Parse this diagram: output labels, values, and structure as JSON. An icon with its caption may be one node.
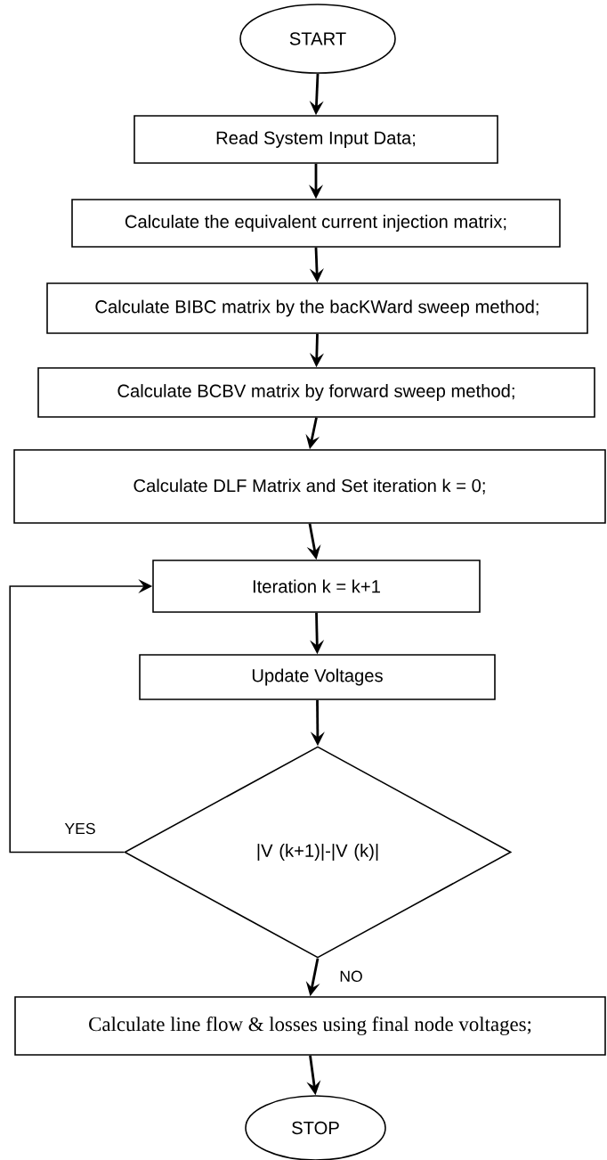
{
  "diagram": {
    "nodes": [
      {
        "text": [
          "START"
        ]
      },
      {
        "text": [
          "Read System Input Data;"
        ]
      },
      {
        "text": [
          "Calculate the equivalent current injection matrix;"
        ]
      },
      {
        "text": [
          "Calculate BIBC matrix by the bacKWard sweep method;"
        ]
      },
      {
        "text": [
          "Calculate BCBV matrix by forward sweep method;"
        ]
      },
      {
        "text": [
          "Calculate DLF Matrix and Set iteration k = 0;"
        ]
      },
      {
        "text": [
          "Iteration k = k+1"
        ]
      },
      {
        "text": [
          "Update Voltages"
        ]
      },
      {
        "text": [
          "|V (k+1)|-|V (k)|"
        ]
      },
      {
        "text": [
          "Calculate line flow & losses using final node voltages;"
        ]
      },
      {
        "text": [
          "STOP"
        ]
      }
    ],
    "edges": [
      {
        "from": 0,
        "to": 1,
        "arrow": "to"
      },
      {
        "from": 1,
        "to": 2,
        "arrow": "to"
      },
      {
        "from": 2,
        "to": 3,
        "arrow": "to"
      },
      {
        "from": 3,
        "to": 4,
        "arrow": "to"
      },
      {
        "from": 4,
        "to": 5,
        "arrow": "to"
      },
      {
        "from": 5,
        "to": 6,
        "arrow": "to"
      },
      {
        "from": 6,
        "to": 7,
        "arrow": "to"
      },
      {
        "from": 7,
        "to": 8,
        "arrow": "to"
      },
      {
        "from": 8,
        "to": 6,
        "arrow": "to",
        "label": "YES"
      },
      {
        "from": 8,
        "to": 9,
        "arrow": "to",
        "label": "NO"
      },
      {
        "from": 9,
        "to": 10,
        "arrow": "to"
      }
    ]
  }
}
